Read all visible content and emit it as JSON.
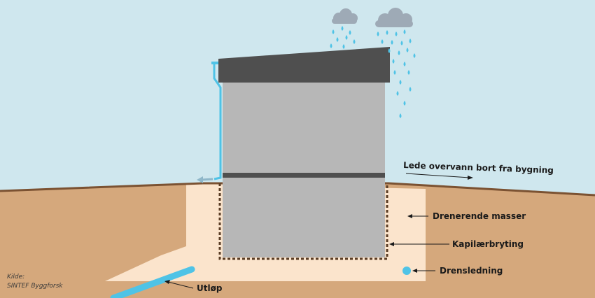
{
  "labels": {
    "surface_water": "Lede overvann bort fra bygning",
    "draining_masses": "Drenerende masser",
    "capillary_break": "Kapilærbryting",
    "drain_pipe": "Drensledning",
    "outlet": "Utløp"
  },
  "source": {
    "line1": "Kilde:",
    "line2": "SINTEF Byggforsk"
  },
  "colors": {
    "sky": "#cfe7ee",
    "soil": "#d5a87c",
    "fill_masses": "#fbe4cc",
    "surface_line": "#7b5232",
    "wall": "#b7b7b7",
    "roof": "#4f4f4f",
    "water": "#4fc3e6",
    "cloud": "#9eaab6",
    "membrane": "#5a3d25"
  },
  "icons": [
    "cloud-icon",
    "raindrop-icon",
    "arrow-icon"
  ]
}
